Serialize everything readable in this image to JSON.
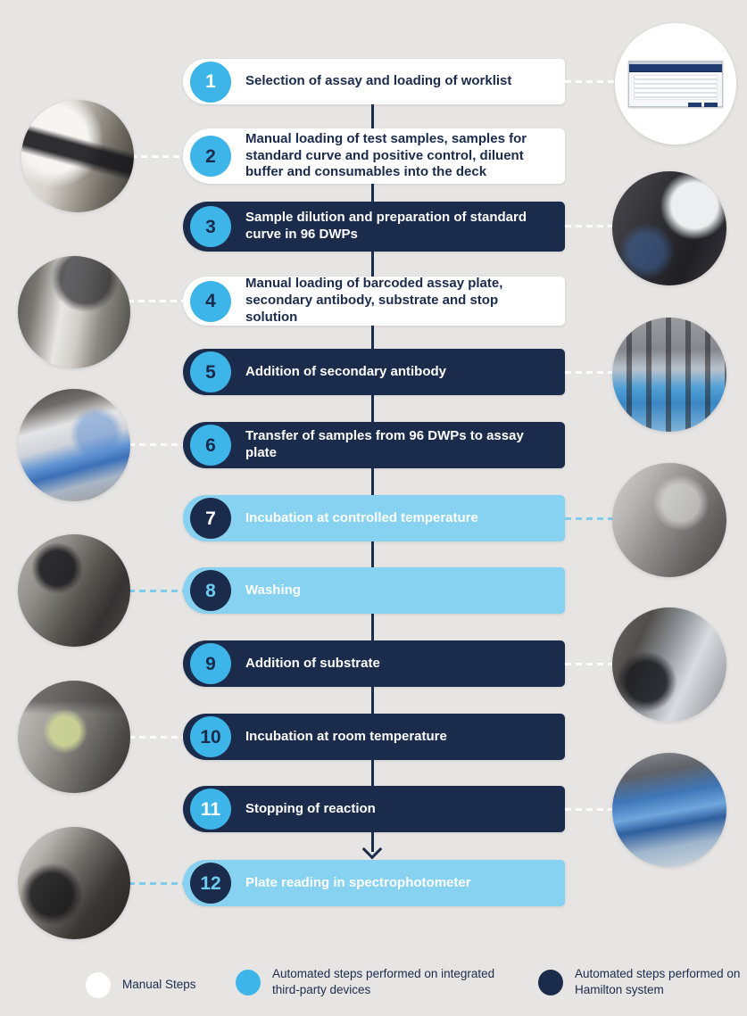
{
  "palette": {
    "background": "#e7e5e3",
    "navy": "#1b2b4c",
    "cyan": "#3eb5e8",
    "light_blue": "#87d2f1",
    "white": "#ffffff"
  },
  "steps": [
    {
      "number": "1",
      "label": "Selection of assay and loading of worklist",
      "type": "manual"
    },
    {
      "number": "2",
      "label": "Manual loading of test samples, samples for standard curve and positive control, diluent buffer and consumables into the deck",
      "type": "manual"
    },
    {
      "number": "3",
      "label": "Sample dilution and preparation of standard curve in 96 DWPs",
      "type": "hamilton"
    },
    {
      "number": "4",
      "label": "Manual loading of barcoded assay plate, secondary antibody, substrate and stop solution",
      "type": "manual"
    },
    {
      "number": "5",
      "label": "Addition of secondary antibody",
      "type": "hamilton"
    },
    {
      "number": "6",
      "label": "Transfer of samples from 96 DWPs to assay plate",
      "type": "hamilton"
    },
    {
      "number": "7",
      "label": "Incubation at controlled temperature",
      "type": "third-party"
    },
    {
      "number": "8",
      "label": "Washing",
      "type": "third-party"
    },
    {
      "number": "9",
      "label": "Addition of substrate",
      "type": "hamilton"
    },
    {
      "number": "10",
      "label": "Incubation at room temperature",
      "type": "hamilton"
    },
    {
      "number": "11",
      "label": "Stopping of reaction",
      "type": "hamilton"
    },
    {
      "number": "12",
      "label": "Plate reading in spectrophotometer",
      "type": "third-party"
    }
  ],
  "legend": [
    {
      "label": "Manual Steps",
      "color": "#ffffff"
    },
    {
      "label": "Automated steps performed on integrated third-party devices",
      "color": "#3eb5e8"
    },
    {
      "label": "Automated steps performed on Hamilton system",
      "color": "#1b2b4c"
    }
  ],
  "photos": {
    "left": [
      {
        "step": "2",
        "description": "operator-loading-samples-into-deck"
      },
      {
        "step": "4",
        "description": "operator-loading-assay-plate"
      },
      {
        "step": "6",
        "description": "deck-with-blue-racks-and-plates"
      },
      {
        "step": "8",
        "description": "washer-device-with-keypad"
      },
      {
        "step": "10",
        "description": "plate-on-instrument"
      },
      {
        "step": "12",
        "description": "spectrophotometer-instrument"
      }
    ],
    "right": [
      {
        "step": "1",
        "description": "worklist-software-screenshot"
      },
      {
        "step": "3",
        "description": "sample-tube-racks-on-deck"
      },
      {
        "step": "5",
        "description": "pipetting-head-over-assay-plate"
      },
      {
        "step": "7",
        "description": "incubator-equipment"
      },
      {
        "step": "9",
        "description": "deck-with-tube-racks-and-troughs"
      },
      {
        "step": "11",
        "description": "blue-reagent-racks-on-deck"
      }
    ]
  }
}
